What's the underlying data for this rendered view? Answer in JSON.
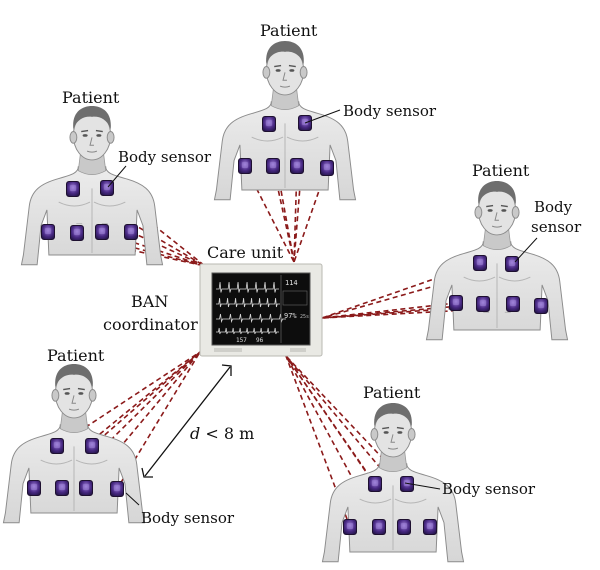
{
  "colors": {
    "link_dash": "#8b1a1a",
    "sensor_fill": "#3a1f6e",
    "sensor_glow": "#9b7fd6",
    "skin": "#e3e3e3",
    "skin_shade": "#c9c9c9",
    "hair": "#6e6e6e",
    "monitor_bezel": "#e9e9e4",
    "monitor_screen": "#0d0d0d",
    "waveform": "#d8d8d8",
    "text": "#111111"
  },
  "labels": {
    "patient_top": "Patient",
    "patient_upper_left": "Patient",
    "patient_right": "Patient",
    "patient_lower_left": "Patient",
    "patient_lower_right": "Patient",
    "body_sensor_top": "Body sensor",
    "body_sensor_upper_left": "Body sensor",
    "body_sensor_right_line1": "Body",
    "body_sensor_right_line2": "sensor",
    "body_sensor_lower_left": "Body sensor",
    "body_sensor_lower_right": "Body sensor",
    "care_unit": "Care unit",
    "ban_line1": "BAN",
    "ban_line2": "coordinator",
    "distance_d": "d",
    "distance_rest": " < 8 m"
  },
  "monitor": {
    "readout_top": "114",
    "readout_mid": "97%",
    "readout_small": "25s",
    "readout_bottom_a": "157",
    "readout_bottom_b": "96"
  },
  "icons": {
    "patient": "male-torso-icon",
    "sensor": "body-sensor-icon",
    "monitor": "patient-monitor-icon"
  }
}
